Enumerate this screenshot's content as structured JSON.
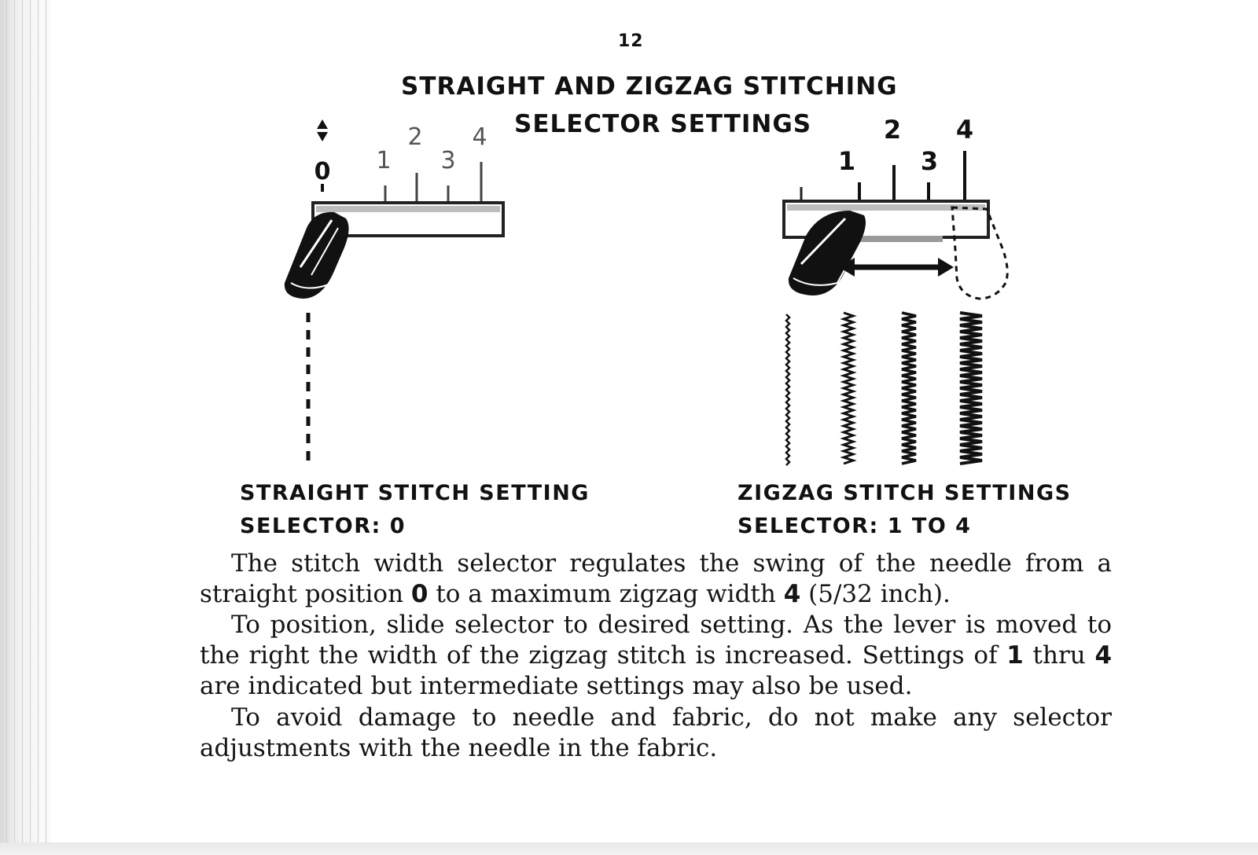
{
  "page_number": "12",
  "title": {
    "line1": "STRAIGHT AND ZIGZAG STITCHING",
    "line2": "SELECTOR SETTINGS"
  },
  "straight_dial": {
    "marks": [
      "0",
      "1",
      "2",
      "3",
      "4"
    ]
  },
  "zigzag_dial": {
    "marks": [
      "1",
      "2",
      "3",
      "4"
    ]
  },
  "captions": {
    "straight": {
      "line1": "STRAIGHT STITCH SETTING",
      "line2": "SELECTOR: 0"
    },
    "zigzag": {
      "line1": "ZIGZAG STITCH SETTINGS",
      "line2": "SELECTOR: 1 TO 4"
    }
  },
  "paragraphs": {
    "p1": {
      "a": "The stitch width selector regulates the swing of the needle from a straight position ",
      "b": "0",
      "c": " to a maximum zigzag width ",
      "d": "4",
      "e": " (5/32 inch)."
    },
    "p2": {
      "a": "To position, slide selector to desired setting. As the lever is moved to the right the width of the zigzag stitch is increased. Settings of ",
      "b": "1",
      "c": " thru ",
      "d": "4",
      "e": " are indicated but intermediate settings may also be used."
    },
    "p3": "To avoid damage to needle and fabric, do not make any selector adjustments with the needle in the fabric."
  }
}
